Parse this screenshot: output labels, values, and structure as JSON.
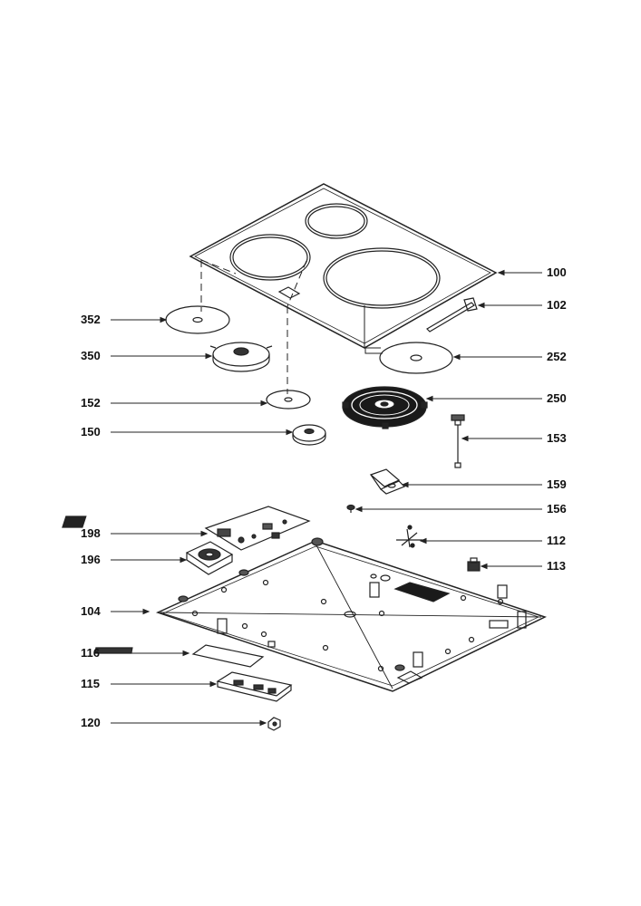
{
  "diagram": {
    "colors": {
      "line": "#222222",
      "fill_dark": "#1a1a1a",
      "fill_light": "#ffffff"
    },
    "callouts_left": [
      {
        "id": "352"
      },
      {
        "id": "350"
      },
      {
        "id": "152"
      },
      {
        "id": "150"
      },
      {
        "id": "198"
      },
      {
        "id": "196"
      },
      {
        "id": "104"
      },
      {
        "id": "116"
      },
      {
        "id": "115"
      },
      {
        "id": "120"
      }
    ],
    "callouts_right": [
      {
        "id": "100"
      },
      {
        "id": "102"
      },
      {
        "id": "252"
      },
      {
        "id": "250"
      },
      {
        "id": "153"
      },
      {
        "id": "159"
      },
      {
        "id": "156"
      },
      {
        "id": "112"
      },
      {
        "id": "113"
      }
    ]
  }
}
